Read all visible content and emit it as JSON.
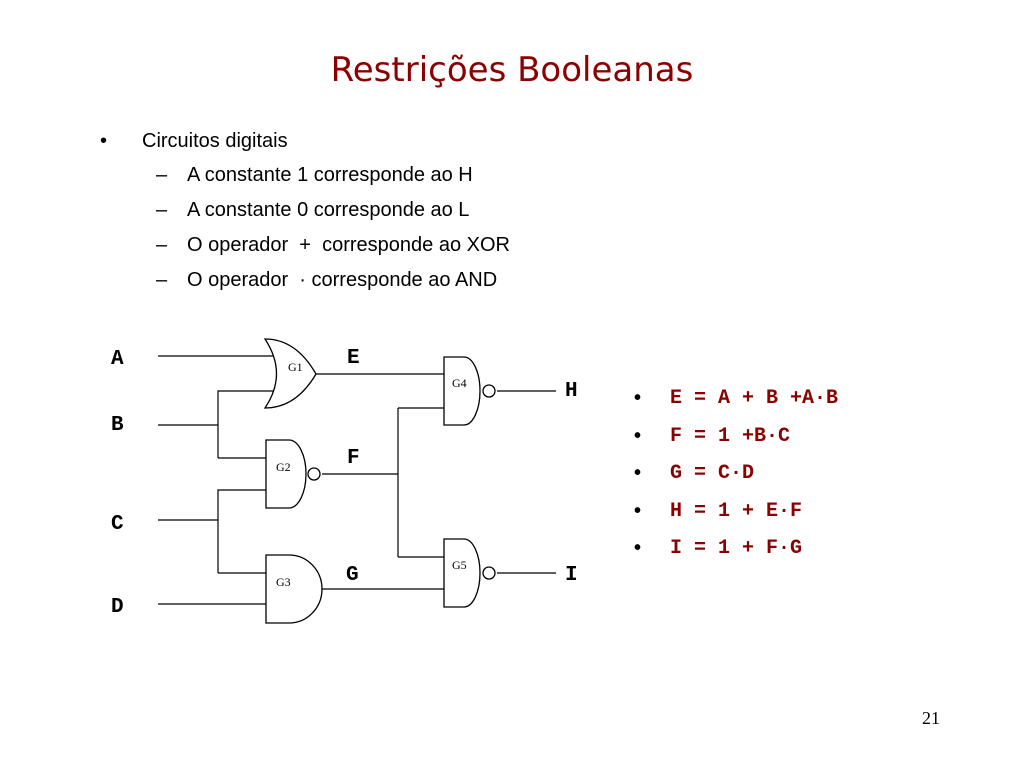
{
  "title": "Restrições Booleanas",
  "bullets": {
    "main": "Circuitos digitais",
    "sub": [
      "A constante 1 corresponde ao H",
      "A constante 0 corresponde ao L",
      "O operador  +  corresponde ao XOR",
      "O operador  · corresponde ao AND"
    ]
  },
  "circuit": {
    "signals": {
      "A": "A",
      "B": "B",
      "C": "C",
      "D": "D",
      "E": "E",
      "F": "F",
      "G": "G",
      "H": "H",
      "I": "I"
    },
    "gates": {
      "g1": "G1",
      "g2": "G2",
      "g3": "G3",
      "g4": "G4",
      "g5": "G5"
    }
  },
  "equations": [
    "E = A + B +A·B",
    "F = 1 +B·C",
    "G = C·D",
    "H = 1 + E·F",
    "I = 1 + F·G"
  ],
  "page_number": "21",
  "colors": {
    "title": "#8b0000",
    "equations": "#8b0000"
  }
}
